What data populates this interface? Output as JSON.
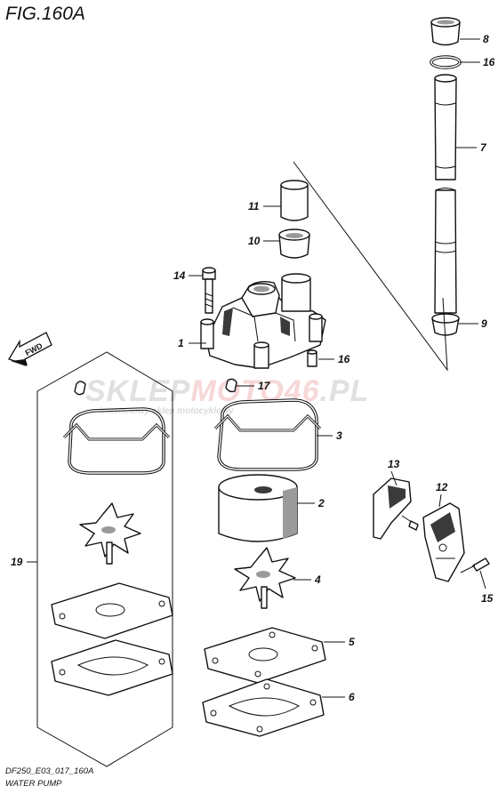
{
  "figure_title": "FIG.160A",
  "fwd_label": "FWD",
  "watermark": {
    "brand_part1": "SKLEP",
    "brand_part2": "MOTO46",
    "brand_part3": ".PL",
    "tagline": "internetowy sklep motocyklowy"
  },
  "callouts": [
    {
      "id": "1",
      "label": "1"
    },
    {
      "id": "2",
      "label": "2"
    },
    {
      "id": "3",
      "label": "3"
    },
    {
      "id": "4",
      "label": "4"
    },
    {
      "id": "5",
      "label": "5"
    },
    {
      "id": "6",
      "label": "6"
    },
    {
      "id": "7",
      "label": "7"
    },
    {
      "id": "8",
      "label": "8"
    },
    {
      "id": "9",
      "label": "9"
    },
    {
      "id": "10",
      "label": "10"
    },
    {
      "id": "11",
      "label": "11"
    },
    {
      "id": "12",
      "label": "12"
    },
    {
      "id": "13",
      "label": "13"
    },
    {
      "id": "14",
      "label": "14"
    },
    {
      "id": "15",
      "label": "15"
    },
    {
      "id": "16a",
      "label": "16"
    },
    {
      "id": "16b",
      "label": "16"
    },
    {
      "id": "17",
      "label": "17"
    },
    {
      "id": "19",
      "label": "19"
    }
  ],
  "caption": {
    "code": "DF250_E03_017_160A",
    "name": "WATER PUMP"
  }
}
